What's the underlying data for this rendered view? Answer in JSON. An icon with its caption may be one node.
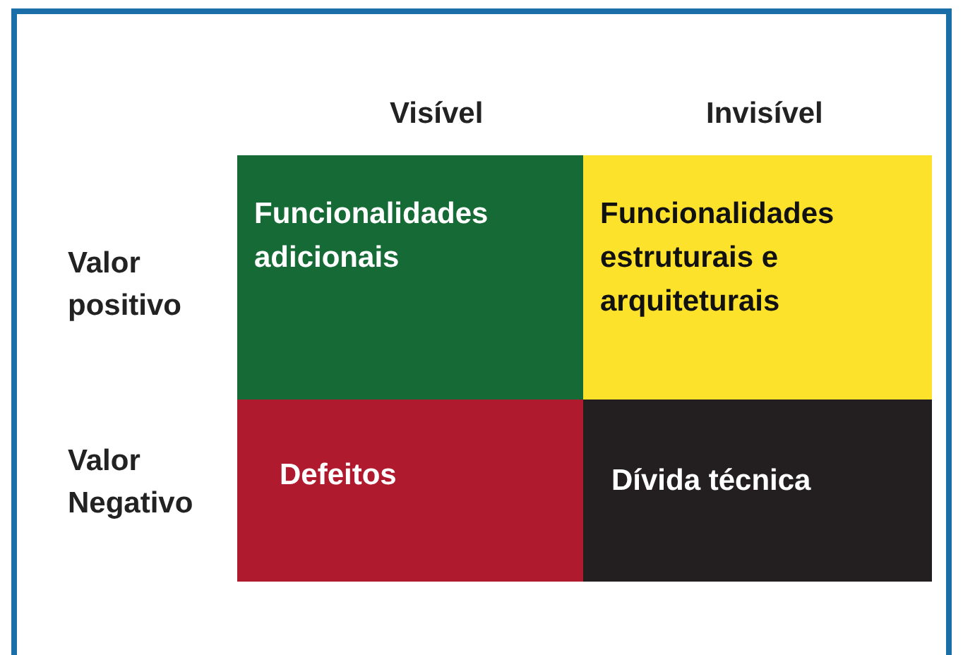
{
  "diagram": {
    "nodes": [
      {
        "text": [
          "Funcionalidades adicionais"
        ]
      },
      {
        "text": [
          "Funcionalidades estruturais e arquiteturais"
        ]
      },
      {
        "text": [
          "Defeitos"
        ]
      },
      {
        "text": [
          "Dívida técnica"
        ]
      }
    ],
    "labels": [
      "Visível",
      "Invisível",
      "Valor positivo",
      "Valor Negativo"
    ]
  }
}
